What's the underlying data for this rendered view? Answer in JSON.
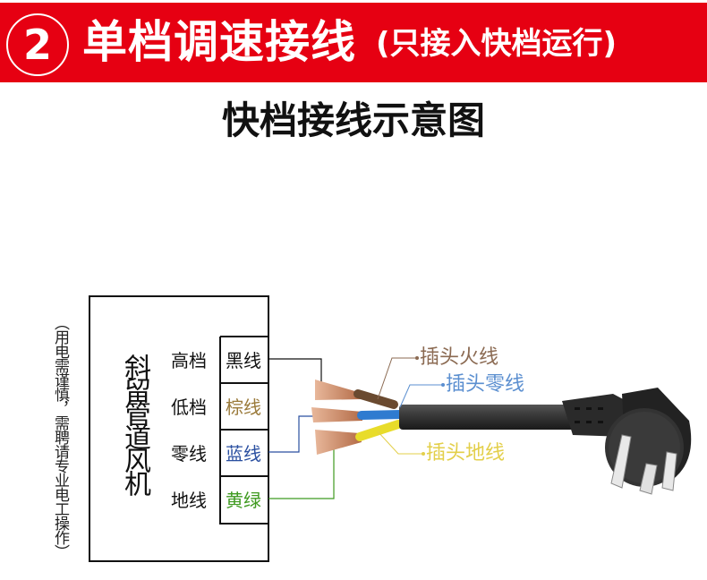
{
  "header": {
    "step_number": "2",
    "title": "单档调速接线",
    "subtitle": "(只接入快档运行)"
  },
  "diagram_title": "快档接线示意图",
  "side_note": "（用电需谨慎，需聘请专业电工操作）",
  "fan_box": {
    "name": "斜留管道风机",
    "rows": [
      {
        "label": "高档",
        "wire": "黑线",
        "color": "#111111"
      },
      {
        "label": "低档",
        "wire": "棕线",
        "color": "#9a7a3a"
      },
      {
        "label": "零线",
        "wire": "蓝线",
        "color": "#2a4fa0"
      },
      {
        "label": "地线",
        "wire": "黄绿",
        "color": "#3f9a20"
      }
    ]
  },
  "plug_labels": [
    {
      "text": "插头火线",
      "color": "#8b6a52"
    },
    {
      "text": "插头零线",
      "color": "#5b8fd0"
    },
    {
      "text": "插头地线",
      "color": "#e3cf4a"
    }
  ],
  "colors": {
    "banner": "#e60012"
  }
}
